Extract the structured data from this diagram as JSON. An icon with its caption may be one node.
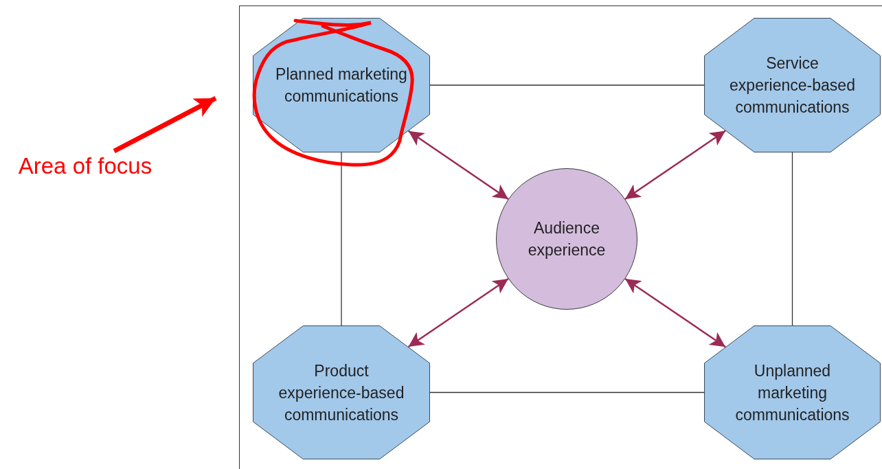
{
  "diagram": {
    "nodes": [
      {
        "text": [
          "Planned marketing communications"
        ]
      },
      {
        "text": [
          "Service experience-based communications"
        ]
      },
      {
        "text": [
          "Audience experience"
        ]
      },
      {
        "text": [
          "Product experience-based communications"
        ]
      },
      {
        "text": [
          "Unplanned marketing communications"
        ]
      },
      {
        "text": [
          "Area of focus"
        ]
      }
    ],
    "edges": [
      {
        "from": 0,
        "to": 1,
        "arrow": "none"
      },
      {
        "from": 0,
        "to": 3,
        "arrow": "none"
      },
      {
        "from": 1,
        "to": 4,
        "arrow": "none"
      },
      {
        "from": 3,
        "to": 4,
        "arrow": "none"
      },
      {
        "from": 2,
        "to": 0,
        "arrow": "both",
        "color": "#9b2a55"
      },
      {
        "from": 2,
        "to": 1,
        "arrow": "both",
        "color": "#9b2a55"
      },
      {
        "from": 2,
        "to": 3,
        "arrow": "both",
        "color": "#9b2a55"
      },
      {
        "from": 2,
        "to": 4,
        "arrow": "both",
        "color": "#9b2a55"
      },
      {
        "from": 5,
        "to": null,
        "arrow": "to",
        "style": "thick",
        "color": "#ff0000"
      }
    ]
  }
}
